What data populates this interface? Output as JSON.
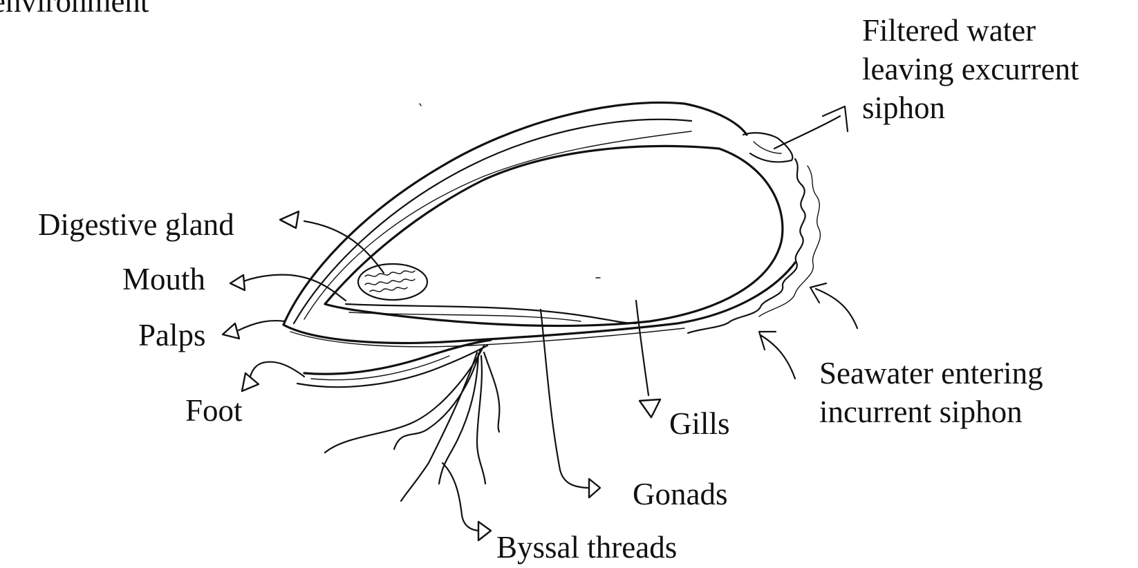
{
  "caption_fragment": "environment",
  "labels": {
    "digestive_gland": "Digestive gland",
    "mouth": "Mouth",
    "palps": "Palps",
    "foot": "Foot",
    "gills": "Gills",
    "gonads": "Gonads",
    "byssal_threads": "Byssal threads",
    "filtered_water": [
      "Filtered water",
      "leaving excurrent",
      "siphon"
    ],
    "seawater": [
      "Seawater entering",
      "incurrent siphon"
    ]
  },
  "colors": {
    "ink": "#111111",
    "background": "#ffffff"
  }
}
